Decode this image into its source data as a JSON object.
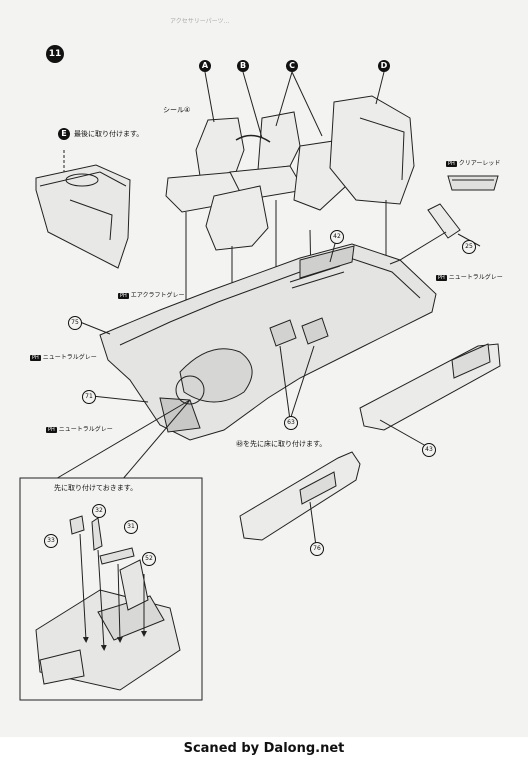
{
  "header": {
    "faint_text": "アクセサリーパーツ…"
  },
  "step": {
    "number": "11"
  },
  "letters": [
    "A",
    "B",
    "C",
    "D",
    "E"
  ],
  "notes": {
    "seal": "シール④",
    "install_last": "最後に取り付けます。",
    "install_first_floor": "㊽を先に床に取り付けます。",
    "attach_first": "先に取り付けておきます。"
  },
  "paints": {
    "clear_red": {
      "code": "PH",
      "name": "クリアーレッド"
    },
    "neutral_grey_1": {
      "code": "PH",
      "name": "ニュートラルグレー"
    },
    "air_craft_grey": {
      "code": "PH",
      "name": "エアクラフトグレー"
    },
    "neutral_grey_2": {
      "code": "PH",
      "name": "ニュートラルグレー"
    },
    "neutral_grey_3": {
      "code": "PH",
      "name": "ニュートラルグレー"
    }
  },
  "parts": {
    "p25": "25",
    "p42": "42",
    "p43": "43",
    "p63": "63",
    "p71": "71",
    "p75": "75",
    "p76": "76",
    "p31": "31",
    "p32": "32",
    "p33": "33",
    "p52": "52"
  },
  "footer": {
    "credit": "Scaned by Dalong.net"
  }
}
